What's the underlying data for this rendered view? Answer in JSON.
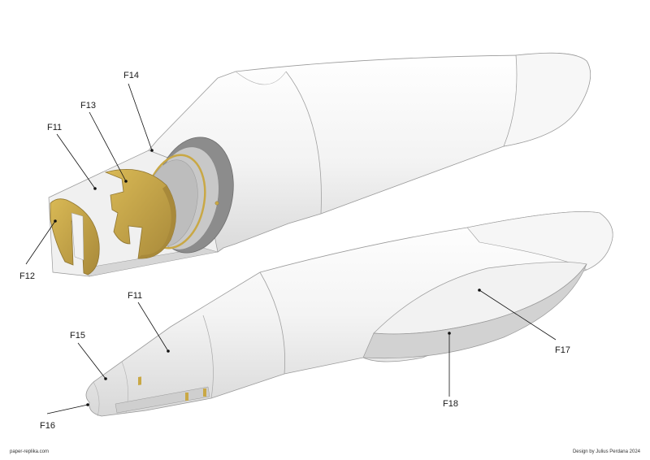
{
  "labels": {
    "f11_top": "F11",
    "f12": "F12",
    "f13": "F13",
    "f14": "F14",
    "f11_bottom": "F11",
    "f15": "F15",
    "f16": "F16",
    "f17": "F17",
    "f18": "F18"
  },
  "footer": {
    "left": "paper-replika.com",
    "right": "Design by Julius Perdana 2024"
  },
  "colors": {
    "body_white": "#f2f2f2",
    "edge_line": "#9a9a9a",
    "gold": "#c9a845",
    "gold_dark": "#8f7530",
    "gray_disc": "#8c8c8c",
    "gray_light": "#c4c4c4"
  }
}
